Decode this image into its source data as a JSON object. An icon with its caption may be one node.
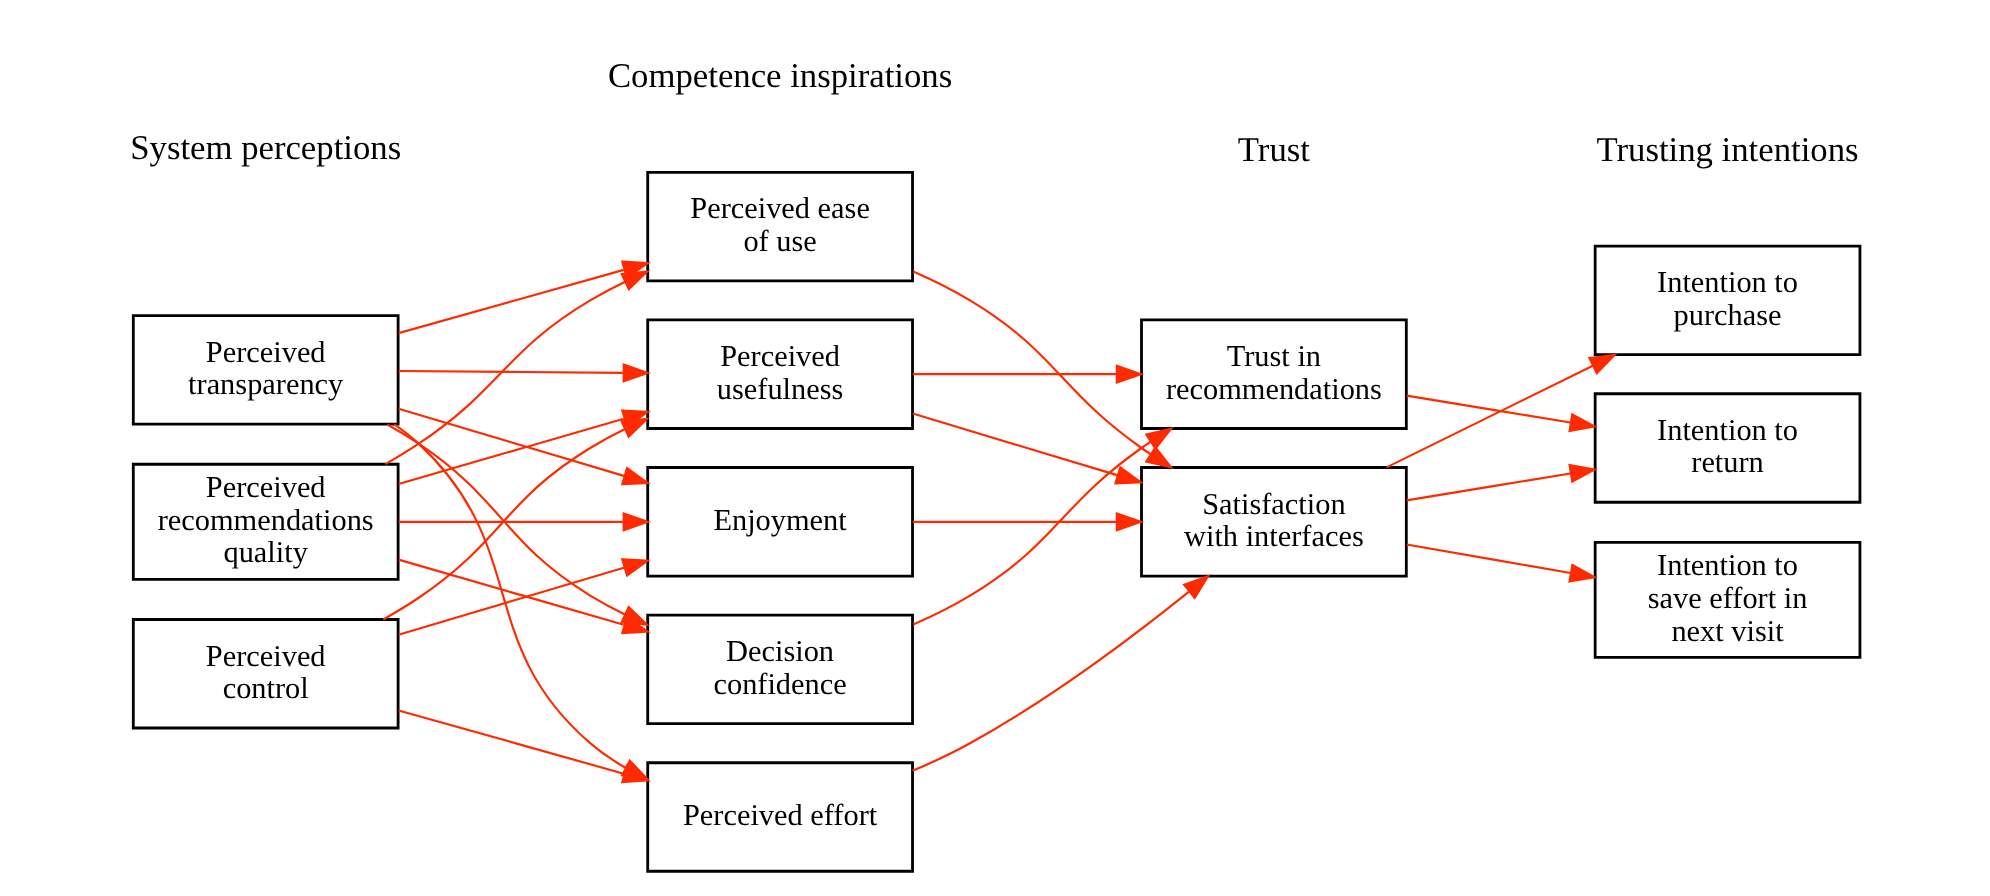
{
  "diagram": {
    "nodes": [
      {
        "text": [
          "Perceived transparency"
        ]
      },
      {
        "text": [
          "Perceived recommendations quality"
        ]
      },
      {
        "text": [
          "Perceived control"
        ]
      },
      {
        "text": [
          "Perceived ease of use"
        ]
      },
      {
        "text": [
          "Perceived usefulness"
        ]
      },
      {
        "text": [
          "Enjoyment"
        ]
      },
      {
        "text": [
          "Decision confidence"
        ]
      },
      {
        "text": [
          "Perceived effort"
        ]
      },
      {
        "text": [
          "Trust in recommendations"
        ]
      },
      {
        "text": [
          "Satisfaction with interfaces"
        ]
      },
      {
        "text": [
          "Intention to purchase"
        ]
      },
      {
        "text": [
          "Intention to return"
        ]
      },
      {
        "text": [
          "Intention to save effort in next visit"
        ]
      }
    ],
    "edges": [
      {
        "from": 0,
        "to": 3,
        "arrow": "to"
      },
      {
        "from": 0,
        "to": 4,
        "arrow": "to"
      },
      {
        "from": 0,
        "to": 5,
        "arrow": "to"
      },
      {
        "from": 0,
        "to": 6,
        "arrow": "to"
      },
      {
        "from": 0,
        "to": 7,
        "arrow": "to"
      },
      {
        "from": 1,
        "to": 3,
        "arrow": "to"
      },
      {
        "from": 1,
        "to": 4,
        "arrow": "to"
      },
      {
        "from": 1,
        "to": 5,
        "arrow": "to"
      },
      {
        "from": 1,
        "to": 6,
        "arrow": "to"
      },
      {
        "from": 2,
        "to": 4,
        "arrow": "to"
      },
      {
        "from": 2,
        "to": 5,
        "arrow": "to"
      },
      {
        "from": 2,
        "to": 7,
        "arrow": "to"
      },
      {
        "from": 3,
        "to": 9,
        "arrow": "to"
      },
      {
        "from": 4,
        "to": 8,
        "arrow": "to"
      },
      {
        "from": 4,
        "to": 9,
        "arrow": "to"
      },
      {
        "from": 5,
        "to": 9,
        "arrow": "to"
      },
      {
        "from": 6,
        "to": 8,
        "arrow": "to"
      },
      {
        "from": 7,
        "to": 9,
        "arrow": "to"
      },
      {
        "from": 8,
        "to": 11,
        "arrow": "to"
      },
      {
        "from": 9,
        "to": 10,
        "arrow": "to"
      },
      {
        "from": 9,
        "to": 11,
        "arrow": "to"
      },
      {
        "from": 9,
        "to": 12,
        "arrow": "to"
      }
    ],
    "labels": [
      "System perceptions",
      "Competence inspirations",
      "Trust",
      "Trusting intentions"
    ]
  }
}
